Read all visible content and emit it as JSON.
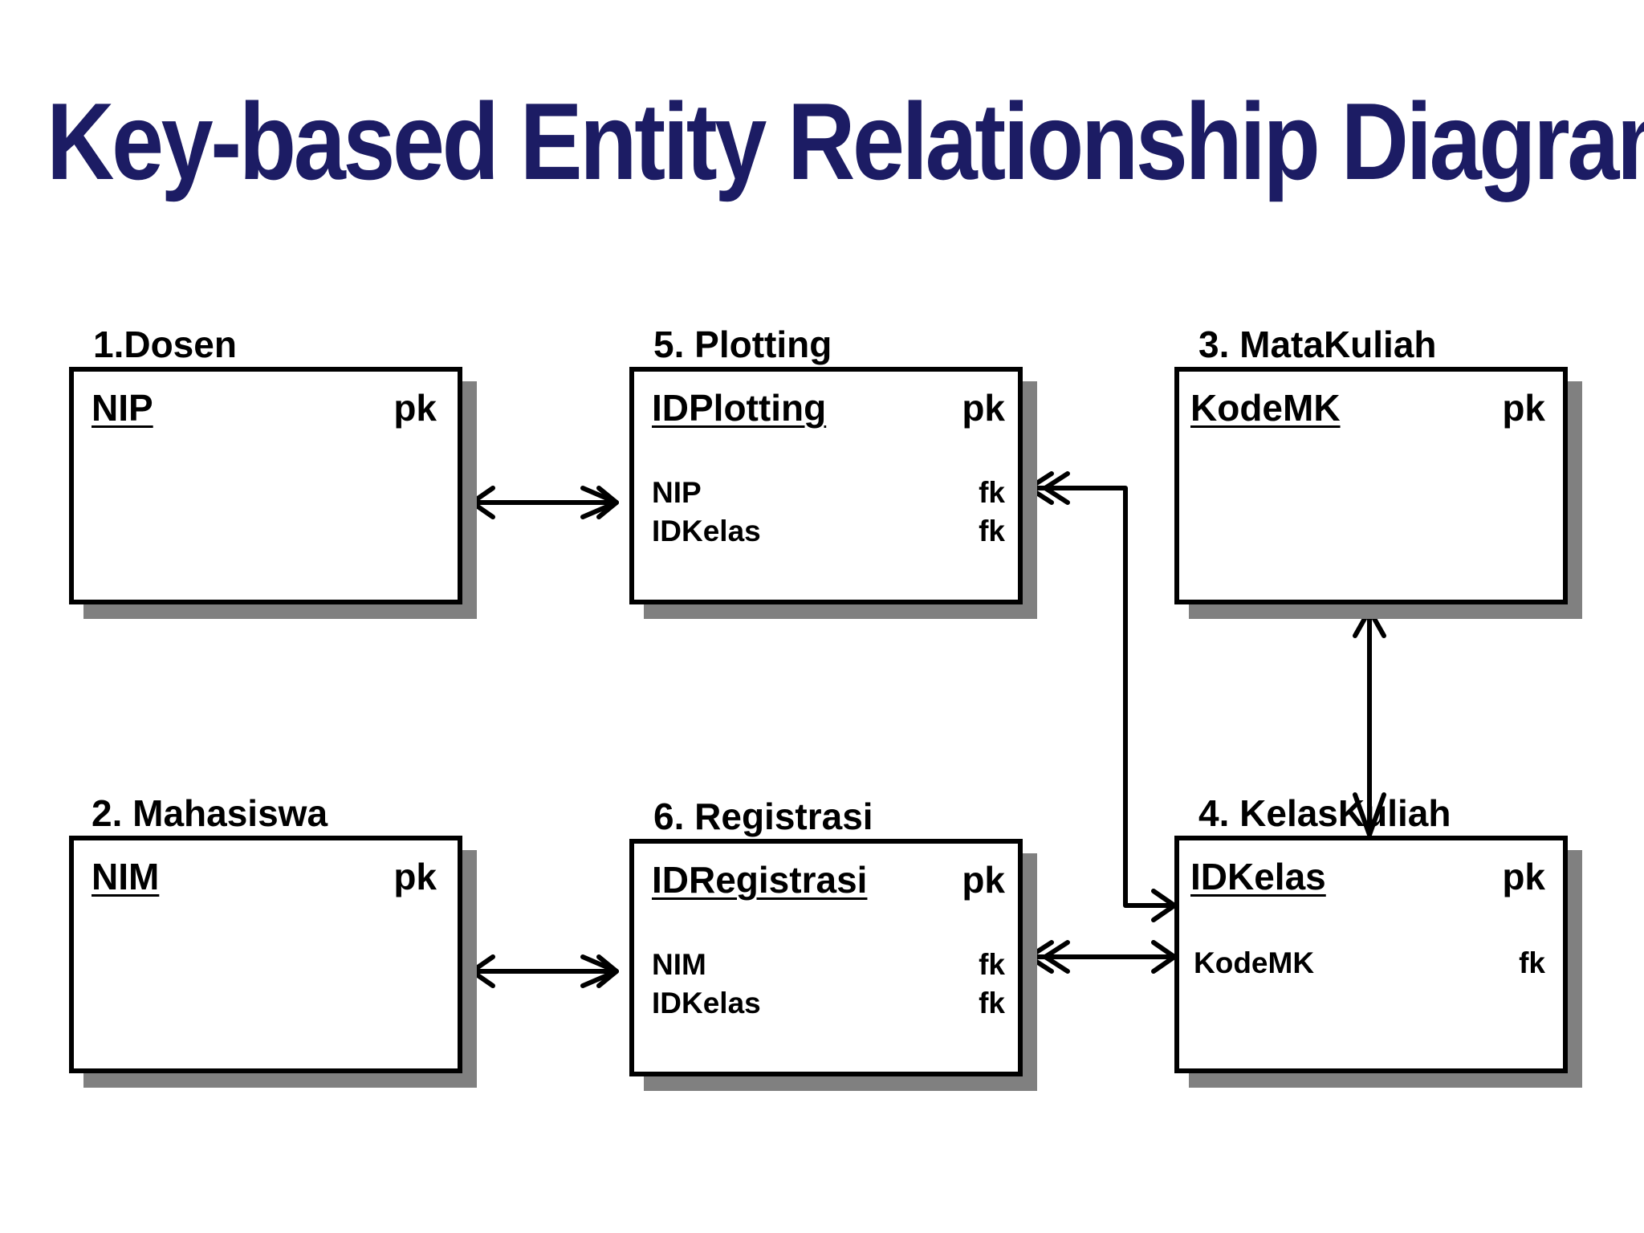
{
  "title": "Key-based Entity Relationship Diagram",
  "colors": {
    "title": "#1c1c64",
    "border": "#000000",
    "shadow": "#808080"
  },
  "entities": {
    "dosen": {
      "label": "1.Dosen",
      "pk": "NIP",
      "pk_tag": "pk",
      "fks": []
    },
    "mahasiswa": {
      "label": "2. Mahasiswa",
      "pk": "NIM",
      "pk_tag": "pk",
      "fks": []
    },
    "matakuliah": {
      "label": "3. MataKuliah",
      "pk": "KodeMK",
      "pk_tag": "pk",
      "fks": []
    },
    "kelaskuliah": {
      "label": "4. KelasKuliah",
      "pk": "IDKelas",
      "pk_tag": "pk",
      "fks": [
        {
          "name": "KodeMK",
          "tag": "fk"
        }
      ]
    },
    "plotting": {
      "label": "5. Plotting",
      "pk": "IDPlotting",
      "pk_tag": "pk",
      "fks": [
        {
          "name": "NIP",
          "tag": "fk"
        },
        {
          "name": "IDKelas",
          "tag": "fk"
        }
      ]
    },
    "registrasi": {
      "label": "6. Registrasi",
      "pk": "IDRegistrasi",
      "pk_tag": "pk",
      "fks": [
        {
          "name": "NIM",
          "tag": "fk"
        },
        {
          "name": "IDKelas",
          "tag": "fk"
        }
      ]
    }
  },
  "relationships": [
    {
      "from": "dosen",
      "to": "plotting",
      "from_end": "one",
      "to_end": "many"
    },
    {
      "from": "mahasiswa",
      "to": "registrasi",
      "from_end": "one",
      "to_end": "many"
    },
    {
      "from": "kelaskuliah",
      "to": "plotting",
      "from_end": "one",
      "to_end": "many"
    },
    {
      "from": "kelaskuliah",
      "to": "registrasi",
      "from_end": "one",
      "to_end": "many"
    },
    {
      "from": "matakuliah",
      "to": "kelaskuliah",
      "from_end": "one",
      "to_end": "many"
    }
  ]
}
